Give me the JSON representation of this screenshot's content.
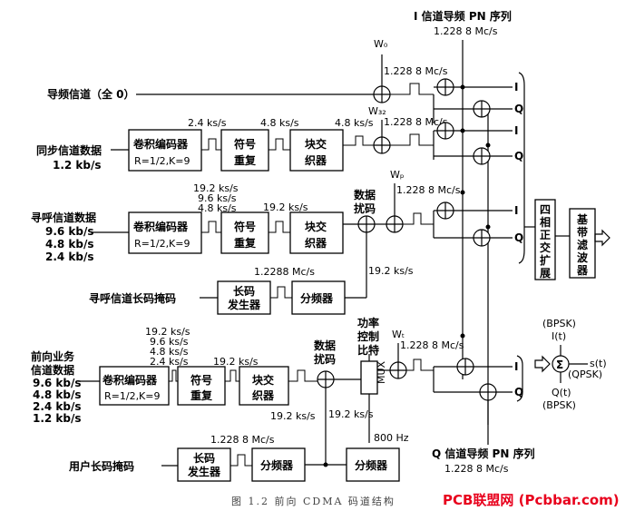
{
  "labels": {
    "i_pn": "I 信道导频 PN 序列",
    "i_pn_rate": "1.228 8 Mc/s",
    "q_pn": "Q 信道导频 PN 序列",
    "q_pn_rate": "1.228 8 Mc/s",
    "w0": "W₀",
    "w32": "W₃₂",
    "wp": "Wₚ",
    "wt": "Wₜ",
    "rate_12288_a": "1.228 8 Mc/s",
    "rate_12288_b": "1.228 8 Mc/s",
    "rate_12288_c": "1.228 8 Mc/s",
    "rate_12288_d": "1.228 8 Mc/s",
    "rate_12288_e": "1.228 8 Mc/s",
    "rate_12288_page": "1.2288 Mc/s",
    "pilot": "导频信道（全 0）",
    "sync_title": "同步信道数据",
    "sync_rate": "1.2 kb/s",
    "sync_24": "2.4 ks/s",
    "sync_48a": "4.8 ks/s",
    "sync_48b": "4.8 ks/s",
    "paging_title": "寻呼信道数据",
    "paging_rates": [
      "9.6 kb/s",
      "4.8 kb/s",
      "2.4 kb/s"
    ],
    "paging_in": [
      "19.2 ks/s",
      "9.6 ks/s",
      "4.8 ks/s"
    ],
    "paging_192": "19.2 ks/s",
    "paging_192b": "19.2 ks/s",
    "paging_long": "寻呼信道长码掩码",
    "data_scramble_1": "数据",
    "data_scramble_2": "扰码",
    "fwd_title_1": "前向业务",
    "fwd_title_2": "信道数据",
    "fwd_rates": [
      "9.6 kb/s",
      "4.8 kb/s",
      "2.4 kb/s",
      "1.2 kb/s"
    ],
    "fwd_in": [
      "19.2 ks/s",
      "9.6 ks/s",
      "4.8 ks/s",
      "2.4 ks/s"
    ],
    "fwd_192": "19.2 ks/s",
    "fwd_192b": "19.2 ks/s",
    "fwd_192c": "19.2 ks/s",
    "power_ctrl": [
      "功率",
      "控制",
      "比特"
    ],
    "hz800": "800 Hz",
    "user_long": "用户长码掩码",
    "i_out": "I",
    "q_out": "Q",
    "bpsk_top": "(BPSK)",
    "it": "I(t)",
    "st": "s(t)",
    "qpsk": "(QPSK)",
    "qt": "Q(t)",
    "bpsk_bot": "(BPSK)",
    "sigma": "Σ",
    "caption": "图 1.2   前向 CDMA 码道结构",
    "watermark": "PCB联盟网 (Pcbbar.com)"
  },
  "blocks": {
    "conv_enc": "卷积编码器",
    "conv_param": "R=1/2,K=9",
    "sym_rep_1": "符号",
    "sym_rep_2": "重复",
    "interleave_1": "块交",
    "interleave_2": "织器",
    "long_code_1": "长码",
    "long_code_2": "发生器",
    "decimator": "分频器",
    "mux": "MUX",
    "quad_spread": [
      "四",
      "相",
      "正",
      "交",
      "扩",
      "展"
    ],
    "baseband_filter": [
      "基",
      "带",
      "滤",
      "波",
      "器"
    ]
  }
}
